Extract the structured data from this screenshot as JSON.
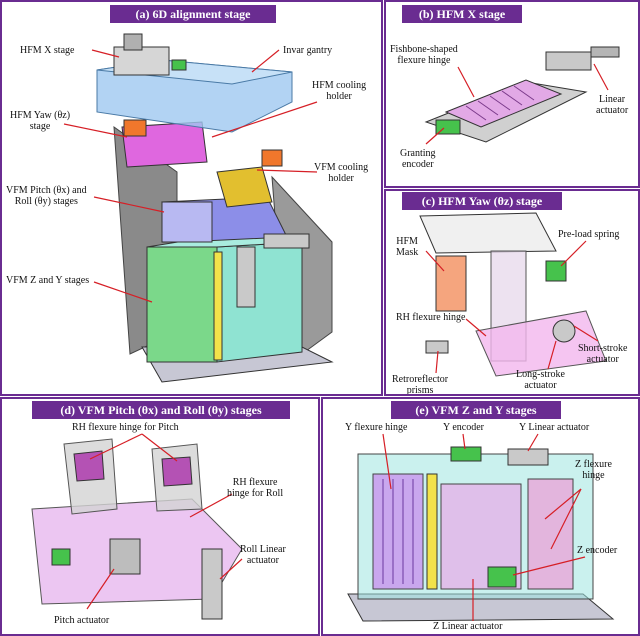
{
  "colors": {
    "frame": "#6a2c91",
    "header_bg": "#6a2c91",
    "header_text": "#ffffff",
    "leader": "#d61f26"
  },
  "panel_a": {
    "header": "(a) 6D alignment stage",
    "labels": {
      "hfm_x": "HFM X stage",
      "invar": "Invar gantry",
      "hfm_cool_1": "HFM cooling",
      "hfm_cool_2": "holder",
      "hfm_yaw_1": "HFM Yaw (θz)",
      "hfm_yaw_2": "stage",
      "vfm_cool_1": "VFM cooling",
      "vfm_cool_2": "holder",
      "vfm_pr_1": "VFM Pitch (θx) and",
      "vfm_pr_2": "Roll (θy) stages",
      "vfm_zy": "VFM Z and Y stages"
    }
  },
  "panel_b": {
    "header": "(b) HFM X stage",
    "labels": {
      "fish_1": "Fishbone-shaped",
      "fish_2": "flexure hinge",
      "lin_1": "Linear",
      "lin_2": "actuator",
      "grat_1": "Granting",
      "grat_2": "encoder"
    }
  },
  "panel_c": {
    "header": "(c) HFM Yaw (θz) stage",
    "labels": {
      "mask_1": "HFM",
      "mask_2": "Mask",
      "preload": "Pre-load spring",
      "rh": "RH flexure hinge",
      "retro_1": "Retroreflector",
      "retro_2": "prisms",
      "long_1": "Long-stroke",
      "long_2": "actuator",
      "short_1": "Short-stroke",
      "short_2": "actuator"
    }
  },
  "panel_d": {
    "header": "(d) VFM Pitch (θx) and Roll (θy) stages",
    "labels": {
      "rh_pitch": "RH flexure hinge for Pitch",
      "rh_roll_1": "RH flexure",
      "rh_roll_2": "hinge for Roll",
      "roll_lin_1": "Roll Linear",
      "roll_lin_2": "actuator",
      "pitch_act": "Pitch actuator"
    }
  },
  "panel_e": {
    "header": "(e) VFM Z and Y stages",
    "labels": {
      "y_flex": "Y flexure hinge",
      "y_enc": "Y encoder",
      "y_lin": "Y Linear actuator",
      "z_flex_1": "Z flexure",
      "z_flex_2": "hinge",
      "z_enc": "Z encoder",
      "z_lin": "Z Linear actuator"
    }
  }
}
